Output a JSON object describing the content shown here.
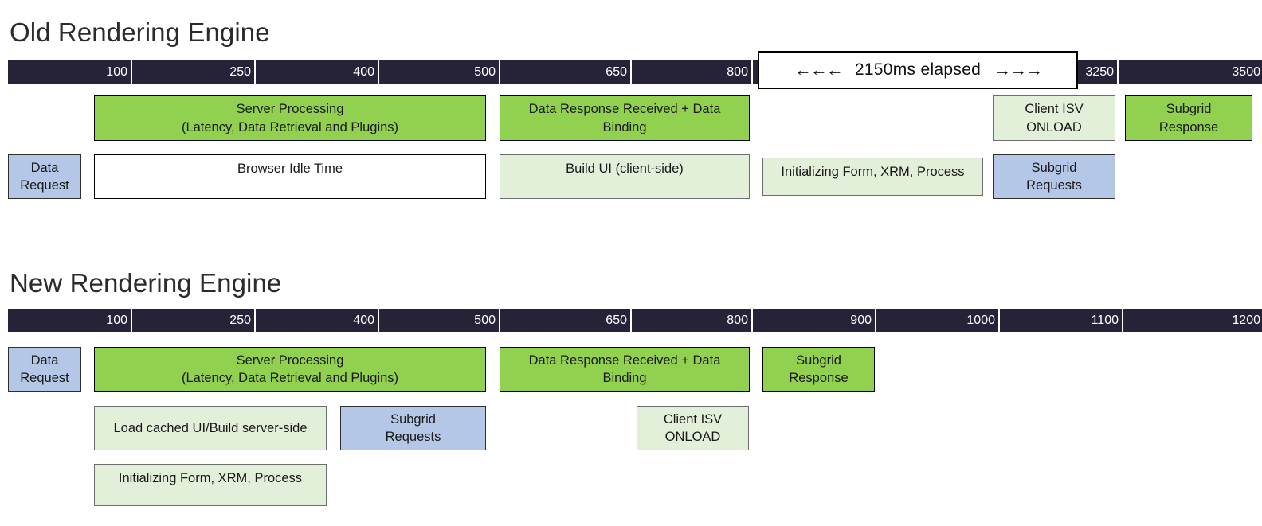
{
  "sections": [
    {
      "title": "Old Rendering Engine",
      "ruler": {
        "ticks": [
          "100",
          "250",
          "400",
          "500",
          "650",
          "800",
          "3250",
          "3500"
        ]
      },
      "callout": {
        "left_arrows": "←←←",
        "text": "2150ms elapsed",
        "right_arrows": "→→→"
      },
      "rows": [
        {
          "blocks": [
            {
              "label": "Server Processing\n(Latency, Data Retrieval and Plugins)",
              "color": "green"
            },
            {
              "label": "Data Response Received + Data\nBinding",
              "color": "green"
            },
            {
              "label": "Client ISV\nONLOAD",
              "color": "pale"
            },
            {
              "label": "Subgrid\nResponse",
              "color": "green"
            }
          ]
        },
        {
          "blocks": [
            {
              "label": "Data\nRequest",
              "color": "blue"
            },
            {
              "label": "Browser Idle Time",
              "color": "white"
            },
            {
              "label": "Build UI (client-side)",
              "color": "pale"
            },
            {
              "label": "Initializing Form, XRM, Process",
              "color": "pale"
            },
            {
              "label": "Subgrid\nRequests",
              "color": "blue"
            }
          ]
        }
      ]
    },
    {
      "title": "New Rendering Engine",
      "ruler": {
        "ticks": [
          "100",
          "250",
          "400",
          "500",
          "650",
          "800",
          "900",
          "1000",
          "1100",
          "1200"
        ]
      },
      "rows": [
        {
          "blocks": [
            {
              "label": "Data\nRequest",
              "color": "blue"
            },
            {
              "label": "Server Processing\n(Latency, Data Retrieval and Plugins)",
              "color": "green"
            },
            {
              "label": "Data Response Received + Data\nBinding",
              "color": "green"
            },
            {
              "label": "Subgrid\nResponse",
              "color": "green"
            }
          ]
        },
        {
          "blocks": [
            {
              "label": "Load cached UI/Build server-side",
              "color": "pale"
            },
            {
              "label": "Subgrid\nRequests",
              "color": "blue"
            },
            {
              "label": "Client ISV\nONLOAD",
              "color": "pale"
            }
          ]
        },
        {
          "blocks": [
            {
              "label": "Initializing Form, XRM, Process",
              "color": "pale"
            }
          ]
        }
      ]
    }
  ],
  "colors": {
    "ruler_bg": "#262339",
    "green": "#92d050",
    "pale_green": "#e2efd9",
    "blue": "#b4c7e7",
    "white": "#ffffff"
  }
}
